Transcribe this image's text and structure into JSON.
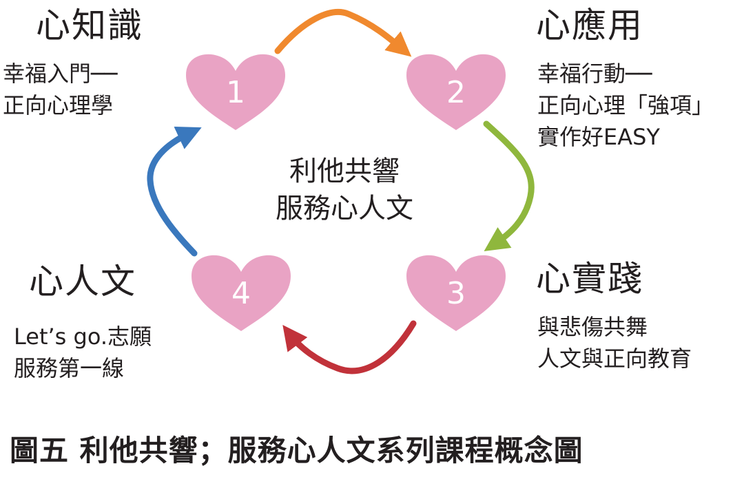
{
  "nodes": [
    {
      "num": "1",
      "title": "心知識",
      "lines": [
        "幸福入門──",
        "正向心理學"
      ]
    },
    {
      "num": "2",
      "title": "心應用",
      "lines": [
        "幸福行動──",
        "正向心理「強項」",
        "實作好EASY"
      ]
    },
    {
      "num": "3",
      "title": "心實踐",
      "lines": [
        "與悲傷共舞",
        "人文與正向教育"
      ]
    },
    {
      "num": "4",
      "title": "心人文",
      "lines": [
        "Let’s go.志願",
        "服務第一線"
      ]
    }
  ],
  "center": {
    "line1": "利他共響",
    "line2": "服務心人文"
  },
  "caption": "圖五 利他共響；服務心人文系列課程概念圖",
  "colors": {
    "heart": "#e9a3c4",
    "arrow_1_2": "#f0892e",
    "arrow_2_3": "#8fb73d",
    "arrow_3_4": "#c1323a",
    "arrow_4_1": "#3a78bd"
  }
}
